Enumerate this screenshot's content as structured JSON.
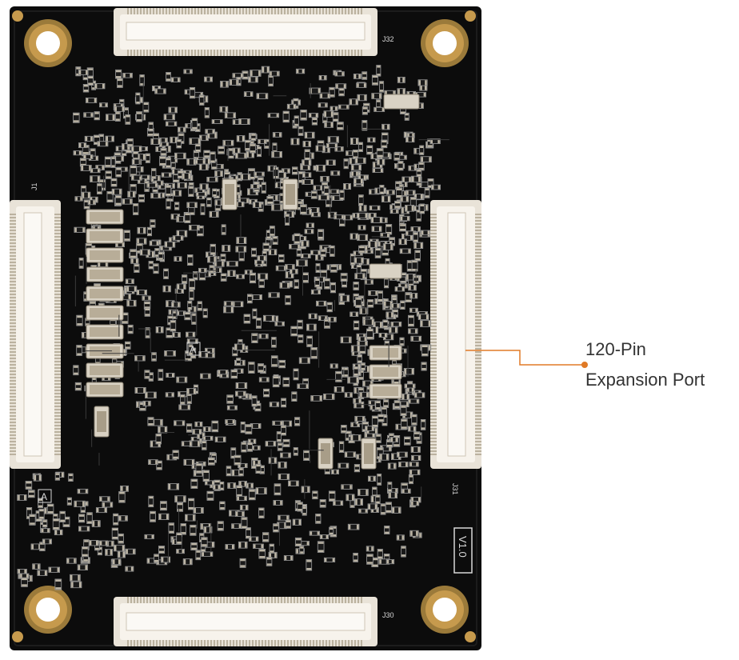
{
  "callout": {
    "line1": "120-Pin",
    "line2": "Expansion Port"
  },
  "board": {
    "connector_labels": [
      "J32",
      "J1",
      "J31",
      "J30"
    ],
    "version": "V1.0",
    "marker": "A"
  },
  "colors": {
    "pcb": "#0c0c0c",
    "accent": "#e07a26",
    "copper": "#b88f45",
    "connector": "#f2ede4",
    "silkscreen": "#d8d8d8"
  }
}
